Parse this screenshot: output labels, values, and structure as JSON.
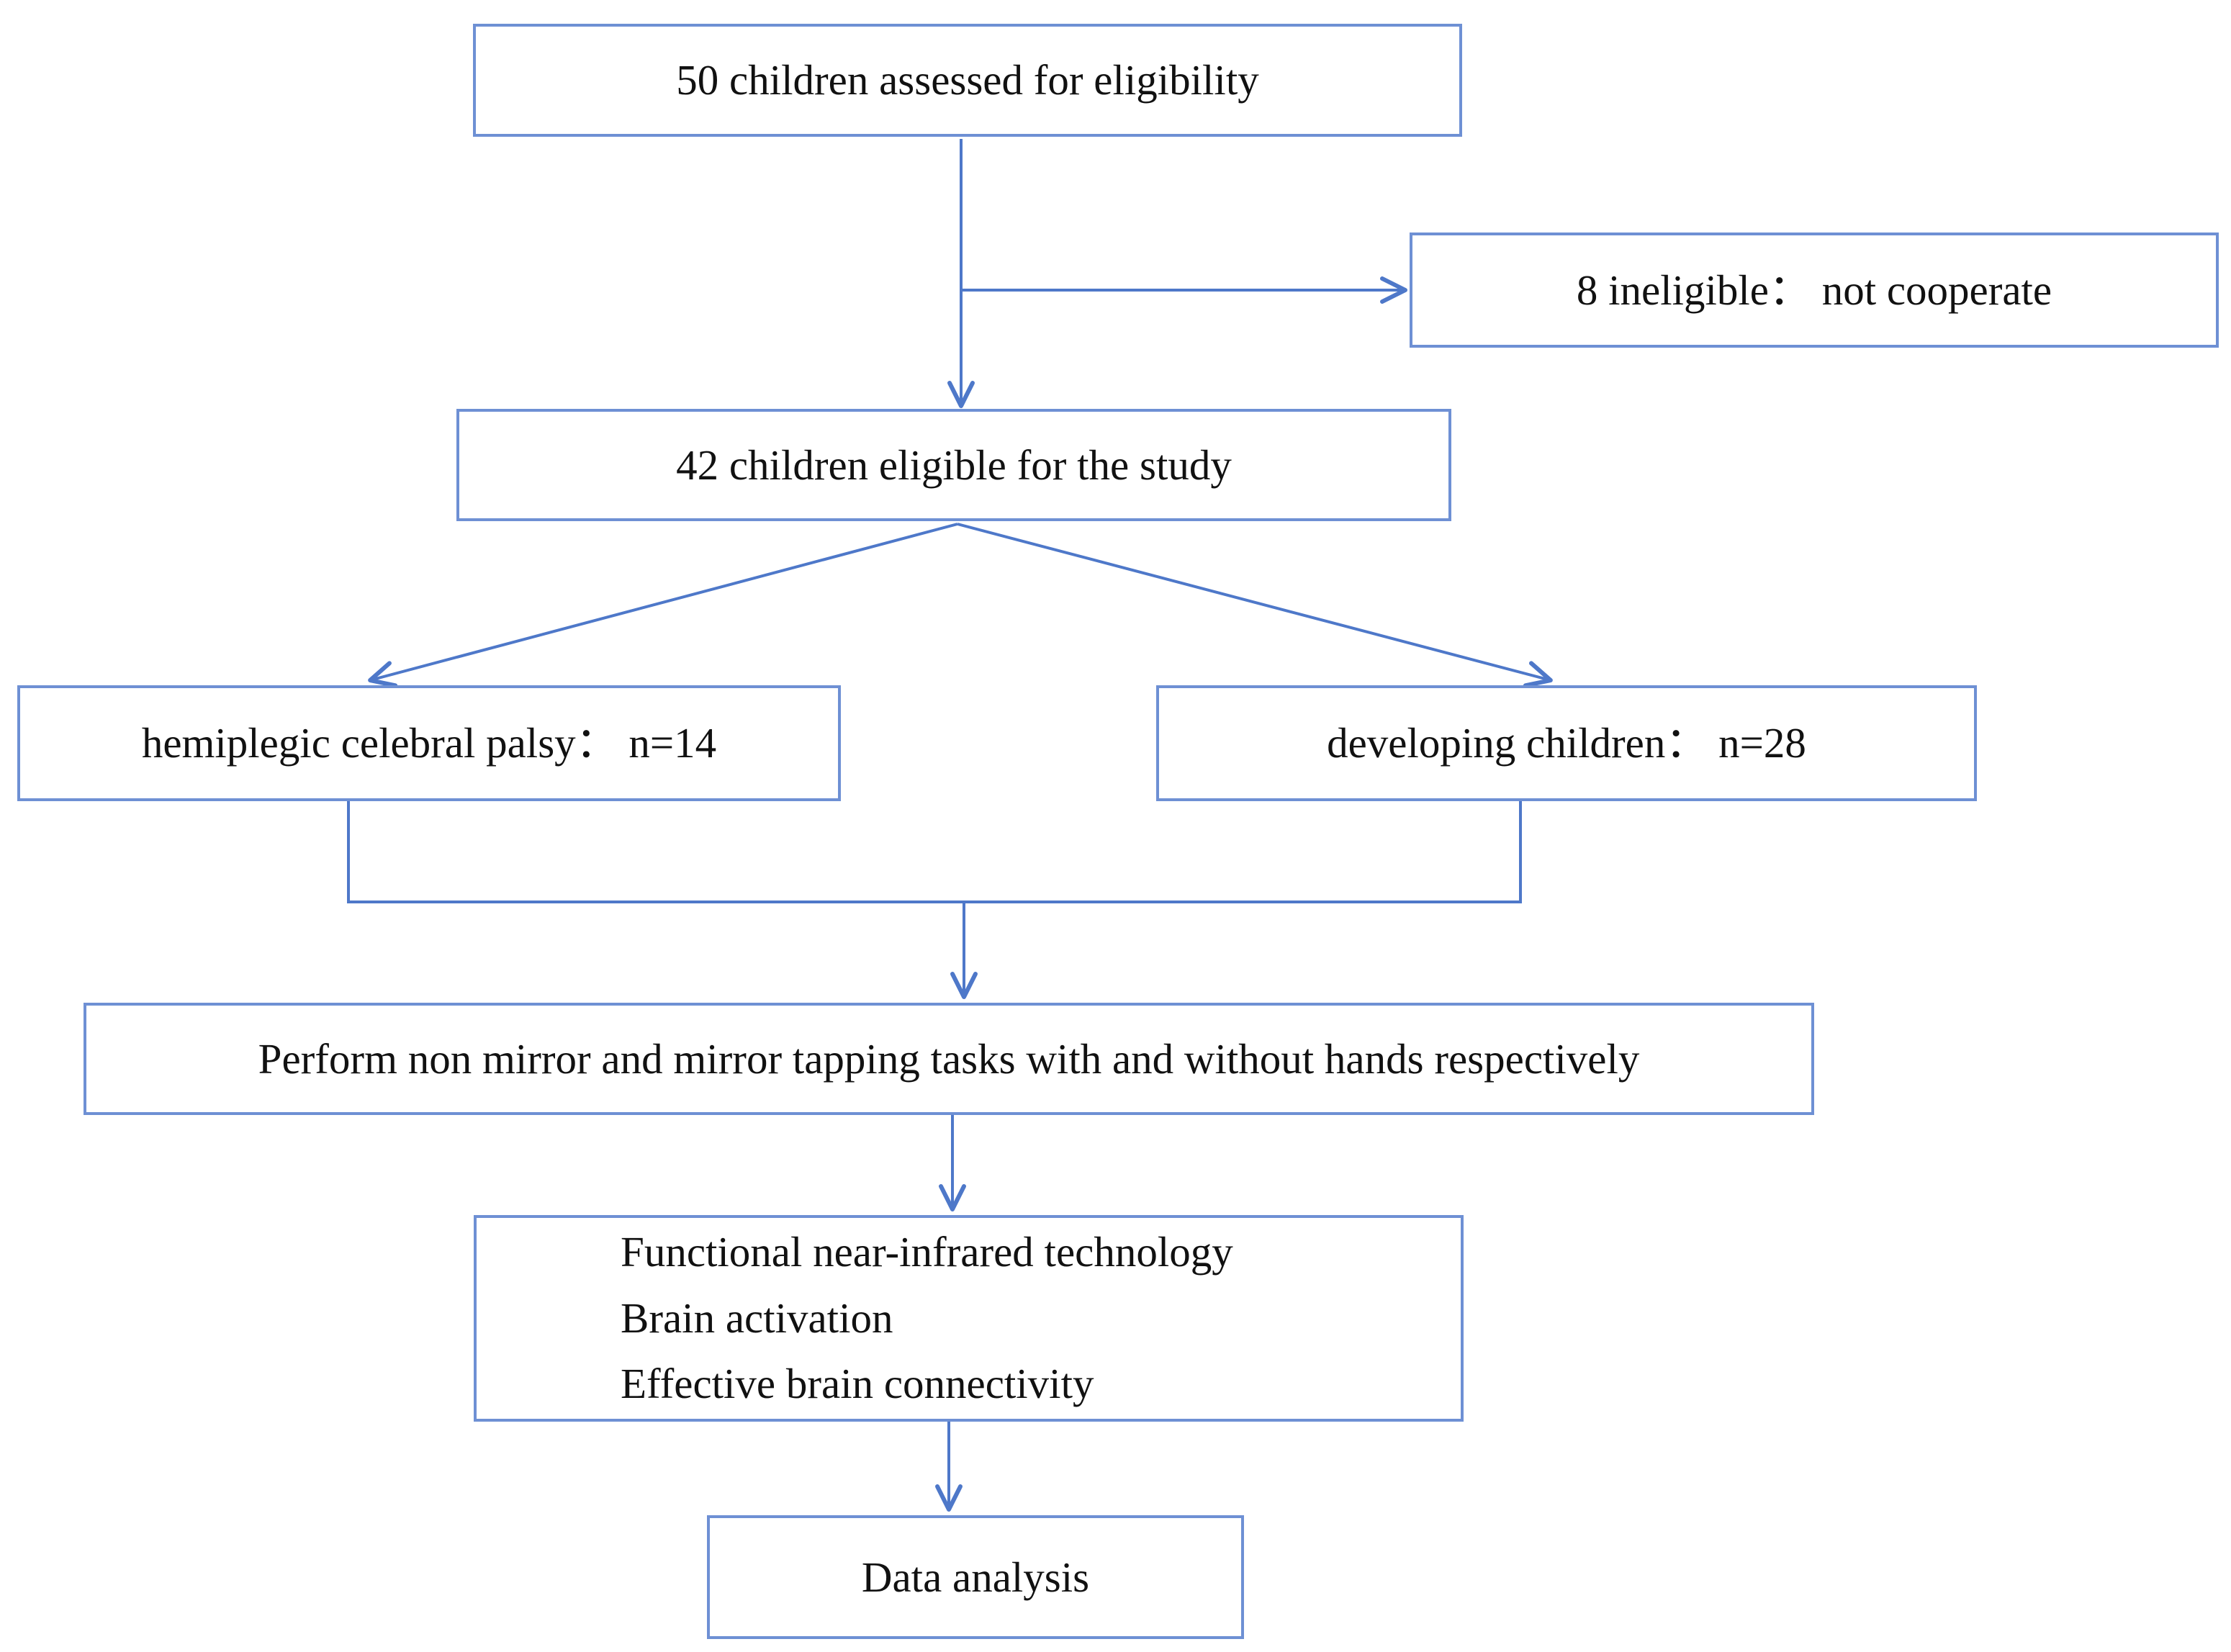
{
  "colors": {
    "box_border": "#6e90d4",
    "connector": "#4e78c9",
    "text": "#111111",
    "background": "#ffffff"
  },
  "boxes": {
    "assessed": {
      "label": "50 children assessed for eligibility"
    },
    "ineligible": {
      "label": "8 ineligible： not cooperate"
    },
    "eligible": {
      "label": "42 children eligible for the study"
    },
    "hemiplegic": {
      "label": "hemiplegic celebral palsy： n=14"
    },
    "developing": {
      "label": "developing children： n=28"
    },
    "tasks": {
      "label": "Perform non mirror and mirror tapping tasks with and without hands respectively"
    },
    "fnirs": {
      "lines": [
        "Functional near-infrared technology",
        "Brain activation",
        "Effective brain connectivity"
      ]
    },
    "analysis": {
      "label": "Data analysis"
    }
  },
  "edges": [
    {
      "from": "assessed",
      "to": "eligible",
      "arrow": true
    },
    {
      "from": "assessed",
      "to": "ineligible",
      "arrow": true
    },
    {
      "from": "eligible",
      "to": "hemiplegic",
      "arrow": true
    },
    {
      "from": "eligible",
      "to": "developing",
      "arrow": true
    },
    {
      "from": "hemiplegic",
      "to": "tasks",
      "arrow": true
    },
    {
      "from": "developing",
      "to": "tasks",
      "arrow": true
    },
    {
      "from": "tasks",
      "to": "fnirs",
      "arrow": true
    },
    {
      "from": "fnirs",
      "to": "analysis",
      "arrow": true
    }
  ]
}
